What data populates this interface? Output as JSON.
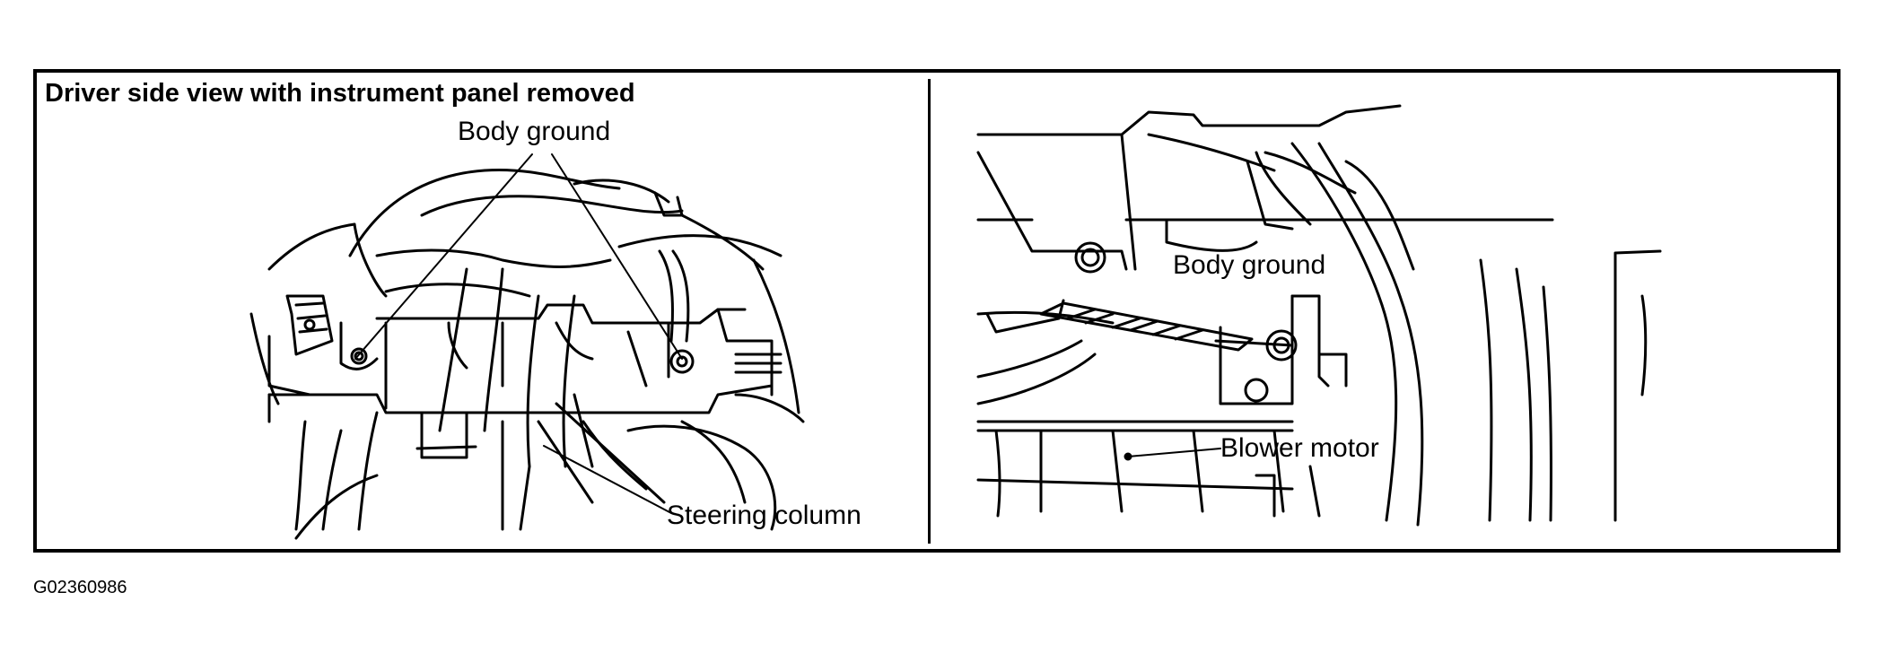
{
  "figure": {
    "left_panel": {
      "title": "Driver side view with instrument panel removed",
      "labels": {
        "body_ground": "Body ground",
        "steering_column": "Steering column"
      }
    },
    "right_panel": {
      "labels": {
        "body_ground": "Body ground",
        "blower_motor": "Blower motor"
      }
    },
    "figure_id": "G02360986"
  }
}
